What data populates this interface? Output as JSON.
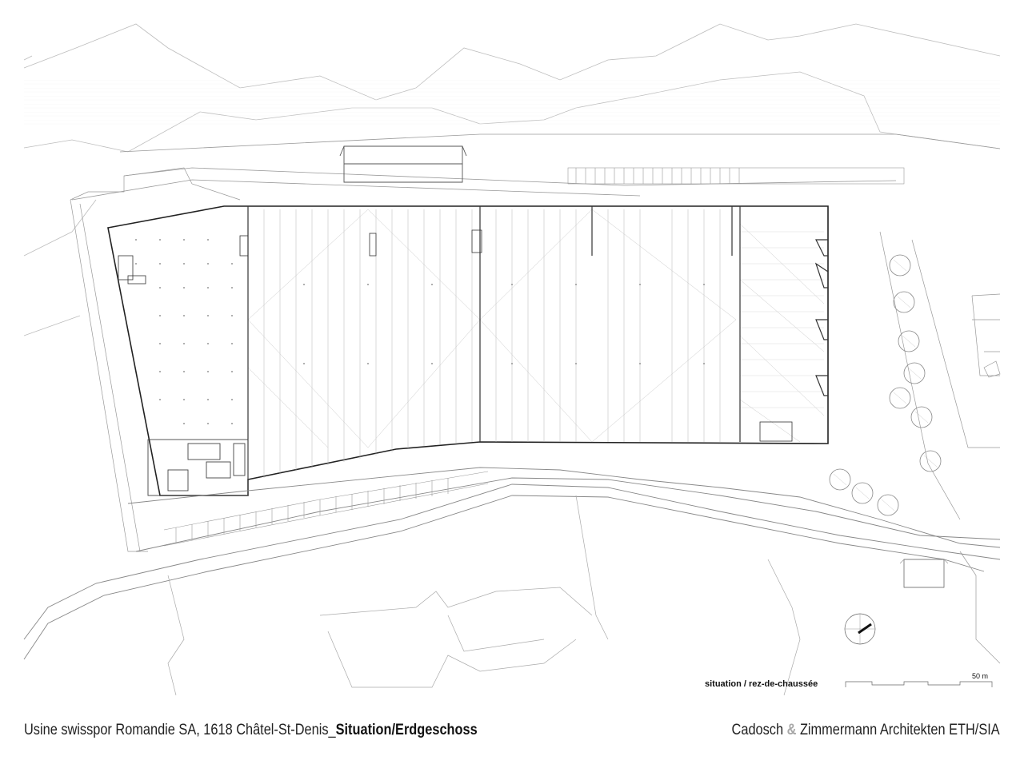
{
  "drawing": {
    "plan_label": "situation / rez-de-chaussée",
    "scale_label": "50 m"
  },
  "footer": {
    "project": "Usine swisspor Romandie SA, 1618 Châtel-St-Denis_",
    "sheet_title": "Situation/Erdgeschoss",
    "architect_name_1": "Cadosch",
    "ampersand": "&",
    "architect_name_2": "Zimmermann Architekten ETH/SIA"
  }
}
